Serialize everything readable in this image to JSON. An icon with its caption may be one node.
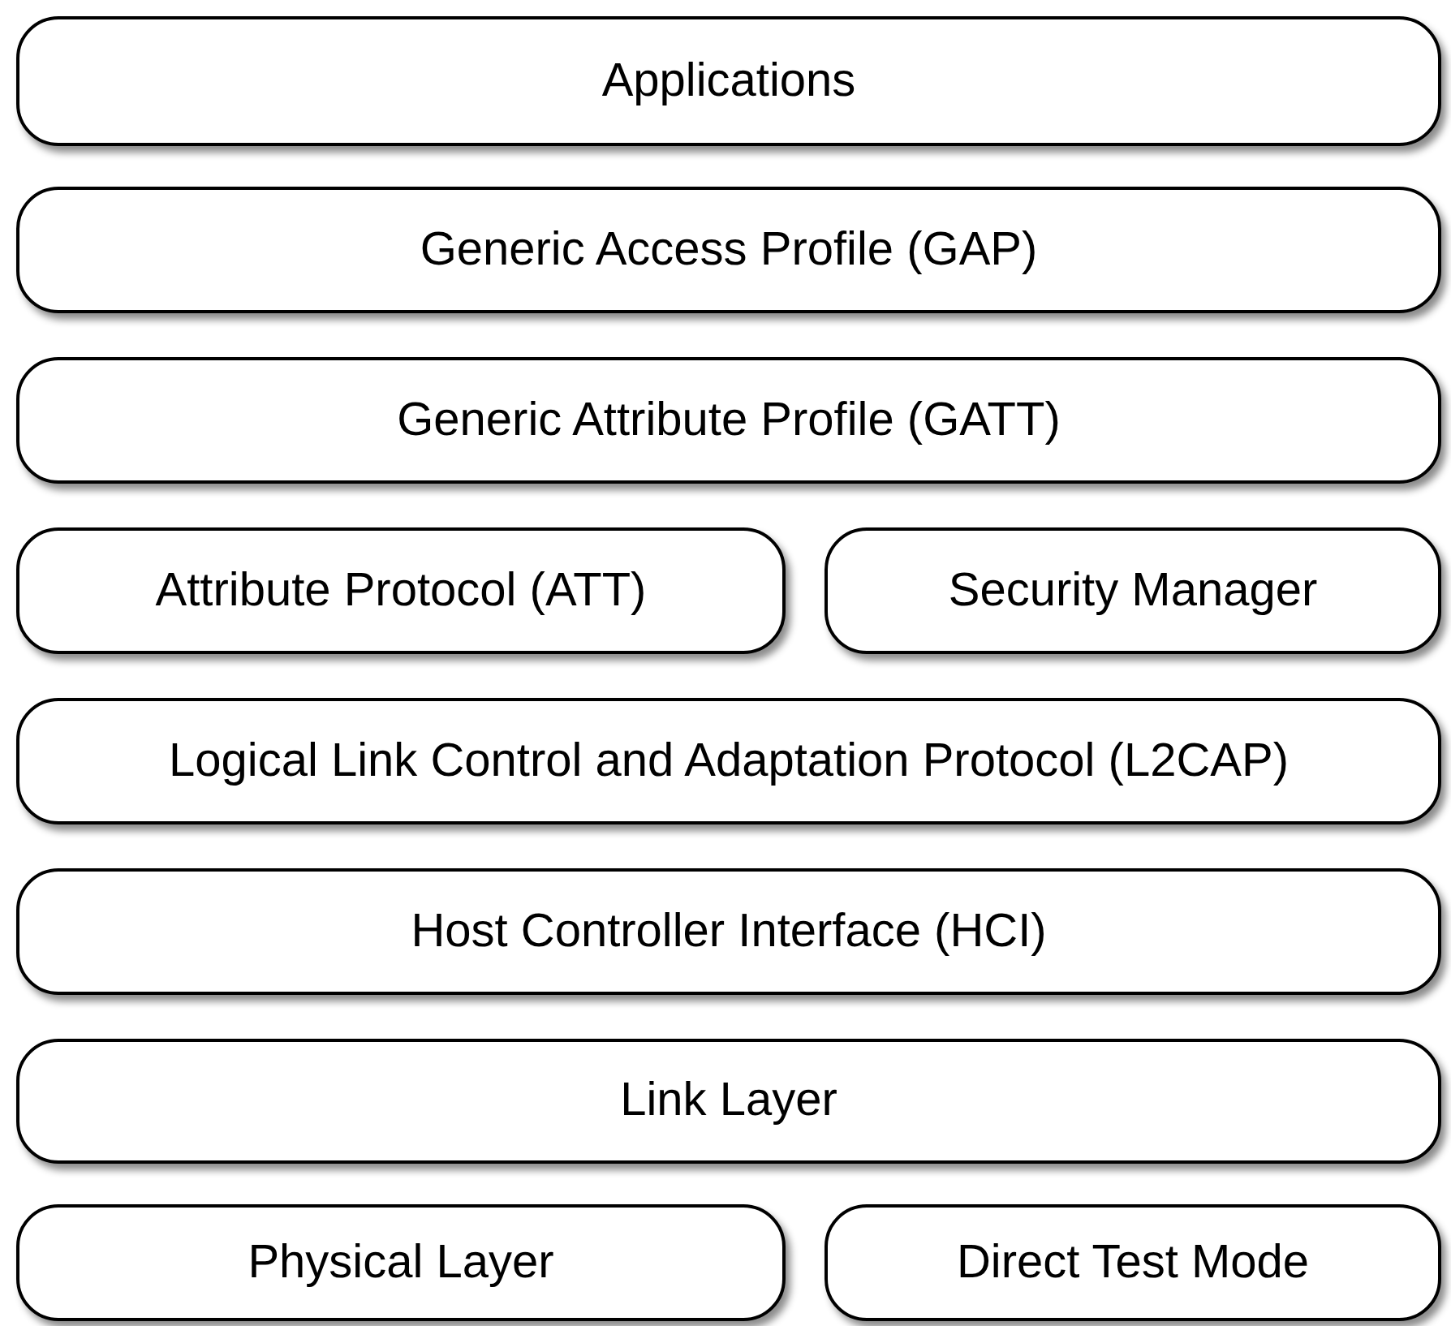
{
  "diagram": {
    "nodes": [
      {
        "text": [
          "Applications"
        ]
      },
      {
        "text": [
          "Generic Access Profile (GAP)"
        ]
      },
      {
        "text": [
          "Generic Attribute Profile (GATT)"
        ]
      },
      {
        "text": [
          "Attribute Protocol (ATT)"
        ]
      },
      {
        "text": [
          "Security Manager"
        ]
      },
      {
        "text": [
          "Logical Link Control and Adaptation Protocol (L2CAP)"
        ]
      },
      {
        "text": [
          "Host Controller Interface (HCI)"
        ]
      },
      {
        "text": [
          "Link Layer"
        ]
      },
      {
        "text": [
          "Physical Layer"
        ]
      },
      {
        "text": [
          "Direct Test Mode"
        ]
      }
    ]
  }
}
